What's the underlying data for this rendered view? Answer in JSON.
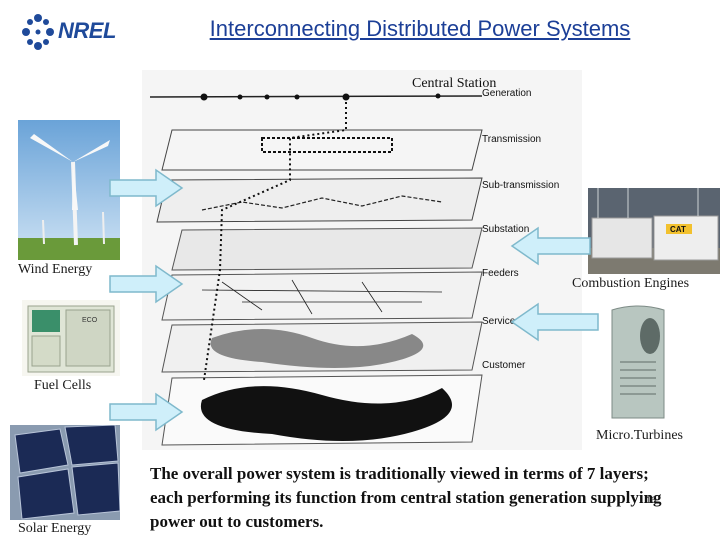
{
  "header": {
    "logo_text": "NREL",
    "title": "Interconnecting Distributed Power Systems"
  },
  "diagram": {
    "top_label": "Central Station",
    "layers": [
      "Generation",
      "Transmission",
      "Sub-transmission",
      "Substation",
      "Feeders",
      "Service",
      "Customer"
    ]
  },
  "sources_left": [
    "Wind Energy",
    "Fuel Cells",
    "Solar Energy"
  ],
  "sources_right": [
    "Combustion Engines",
    "Micro.Turbines"
  ],
  "fuel_cell_badge": "ECO",
  "engine_badge": "CAT",
  "body_text": "The overall power system is traditionally viewed in terms of 7 layers; each performing its function from central station generation supplying power out to customers.",
  "page_number": "16",
  "colors": {
    "title": "#1c3f97",
    "arrow_fill": "#cfeffa",
    "arrow_stroke": "#7fb9cc"
  }
}
